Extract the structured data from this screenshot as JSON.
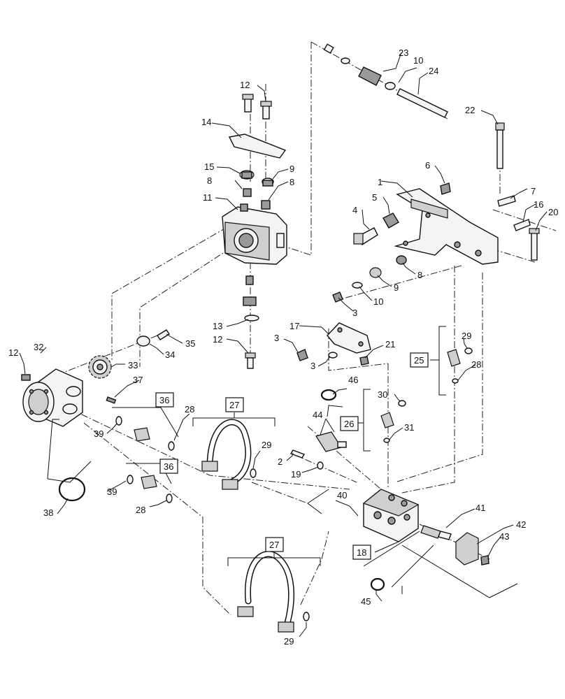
{
  "callouts": [
    {
      "id": "c1",
      "text": "1"
    },
    {
      "id": "c2",
      "text": "2"
    },
    {
      "id": "c3a",
      "text": "3"
    },
    {
      "id": "c3b",
      "text": "3"
    },
    {
      "id": "c3c",
      "text": "3"
    },
    {
      "id": "c4",
      "text": "4"
    },
    {
      "id": "c5",
      "text": "5"
    },
    {
      "id": "c6",
      "text": "6"
    },
    {
      "id": "c7",
      "text": "7"
    },
    {
      "id": "c8a",
      "text": "8"
    },
    {
      "id": "c8b",
      "text": "8"
    },
    {
      "id": "c8c",
      "text": "8"
    },
    {
      "id": "c9a",
      "text": "9"
    },
    {
      "id": "c9b",
      "text": "9"
    },
    {
      "id": "c10a",
      "text": "10"
    },
    {
      "id": "c10b",
      "text": "10"
    },
    {
      "id": "c11",
      "text": "11"
    },
    {
      "id": "c12a",
      "text": "12"
    },
    {
      "id": "c12b",
      "text": "12"
    },
    {
      "id": "c12c",
      "text": "12"
    },
    {
      "id": "c13",
      "text": "13"
    },
    {
      "id": "c14",
      "text": "14"
    },
    {
      "id": "c15",
      "text": "15"
    },
    {
      "id": "c16",
      "text": "16"
    },
    {
      "id": "c17",
      "text": "17"
    },
    {
      "id": "c19",
      "text": "19"
    },
    {
      "id": "c20",
      "text": "20"
    },
    {
      "id": "c21",
      "text": "21"
    },
    {
      "id": "c22",
      "text": "22"
    },
    {
      "id": "c23",
      "text": "23"
    },
    {
      "id": "c24",
      "text": "24"
    },
    {
      "id": "c28a",
      "text": "28"
    },
    {
      "id": "c28b",
      "text": "28"
    },
    {
      "id": "c28c",
      "text": "28"
    },
    {
      "id": "c29a",
      "text": "29"
    },
    {
      "id": "c29b",
      "text": "29"
    },
    {
      "id": "c29c",
      "text": "29"
    },
    {
      "id": "c30",
      "text": "30"
    },
    {
      "id": "c31",
      "text": "31"
    },
    {
      "id": "c32",
      "text": "32"
    },
    {
      "id": "c33",
      "text": "33"
    },
    {
      "id": "c34",
      "text": "34"
    },
    {
      "id": "c35",
      "text": "35"
    },
    {
      "id": "c37",
      "text": "37"
    },
    {
      "id": "c38",
      "text": "38"
    },
    {
      "id": "c39a",
      "text": "39"
    },
    {
      "id": "c39b",
      "text": "39"
    },
    {
      "id": "c40",
      "text": "40"
    },
    {
      "id": "c41",
      "text": "41"
    },
    {
      "id": "c42",
      "text": "42"
    },
    {
      "id": "c43",
      "text": "43"
    },
    {
      "id": "c44",
      "text": "44"
    },
    {
      "id": "c45",
      "text": "45"
    },
    {
      "id": "c46",
      "text": "46"
    }
  ],
  "boxed_callouts": [
    {
      "id": "b18",
      "text": "18"
    },
    {
      "id": "b25",
      "text": "25"
    },
    {
      "id": "b26",
      "text": "26"
    },
    {
      "id": "b27a",
      "text": "27"
    },
    {
      "id": "b27b",
      "text": "27"
    },
    {
      "id": "b36a",
      "text": "36"
    },
    {
      "id": "b36b",
      "text": "36"
    }
  ]
}
